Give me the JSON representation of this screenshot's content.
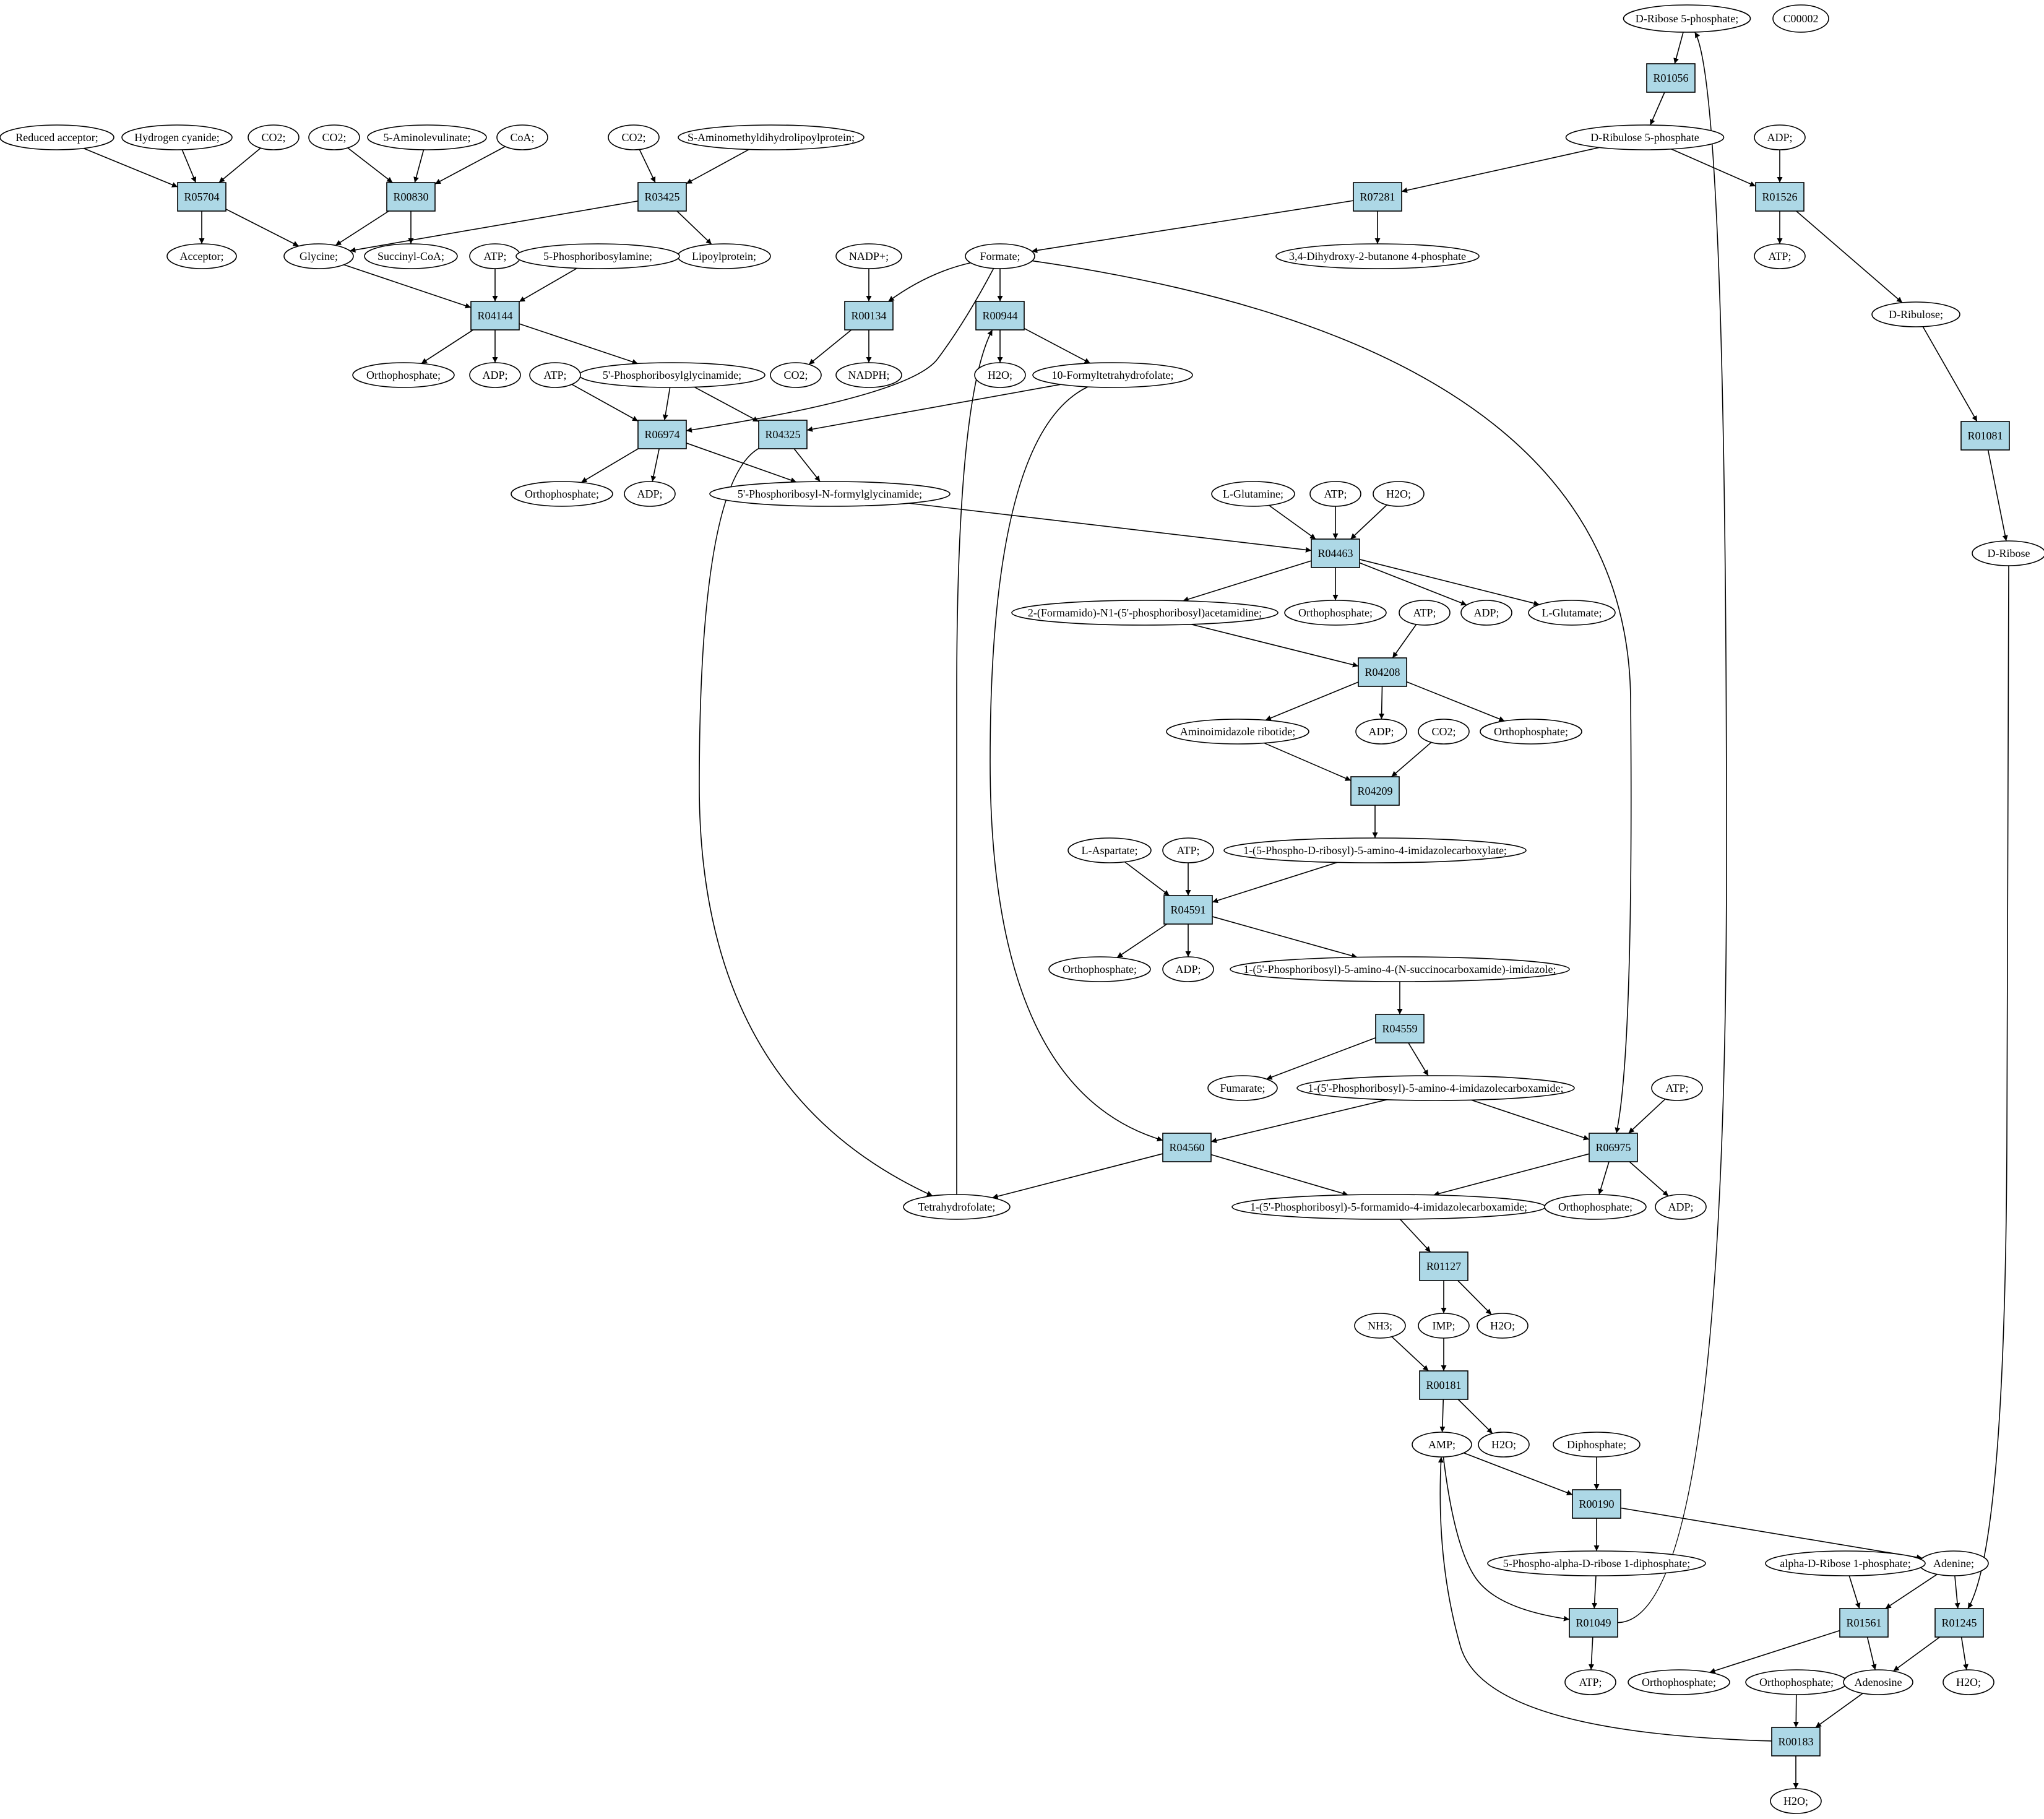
{
  "graph": {
    "type": "metabolic-pathway",
    "colors": {
      "reaction": "#add8e6",
      "compound": "#ffffff",
      "start_compound": "#00ff00",
      "highlight": "#ffff00"
    },
    "nodes": [
      {
        "id": "C_rib5p",
        "label": "D-Ribose 5-phosphate;",
        "kind": "compound",
        "color": "#00ff00"
      },
      {
        "id": "C00002",
        "label": "C00002",
        "kind": "compound",
        "color": "#ffff00"
      },
      {
        "id": "R01056",
        "label": "R01056",
        "kind": "reaction"
      },
      {
        "id": "C_ribu5p",
        "label": "D-Ribulose 5-phosphate",
        "kind": "compound"
      },
      {
        "id": "C_adp_top",
        "label": "ADP;",
        "kind": "compound"
      },
      {
        "id": "R07281",
        "label": "R07281",
        "kind": "reaction"
      },
      {
        "id": "R01526",
        "label": "R01526",
        "kind": "reaction"
      },
      {
        "id": "C_formate",
        "label": "Formate;",
        "kind": "compound"
      },
      {
        "id": "C_dhbp",
        "label": "3,4-Dihydroxy-2-butanone 4-phosphate",
        "kind": "compound"
      },
      {
        "id": "C_atp_r01526",
        "label": "ATP;",
        "kind": "compound"
      },
      {
        "id": "C_ribulose",
        "label": "D-Ribulose;",
        "kind": "compound"
      },
      {
        "id": "R01081",
        "label": "R01081",
        "kind": "reaction"
      },
      {
        "id": "C_ribose",
        "label": "D-Ribose",
        "kind": "compound"
      },
      {
        "id": "C_redacc",
        "label": "Reduced acceptor;",
        "kind": "compound"
      },
      {
        "id": "C_hcn",
        "label": "Hydrogen cyanide;",
        "kind": "compound"
      },
      {
        "id": "C_co2_1",
        "label": "CO2;",
        "kind": "compound"
      },
      {
        "id": "C_co2_2",
        "label": "CO2;",
        "kind": "compound"
      },
      {
        "id": "C_ala",
        "label": "5-Aminolevulinate;",
        "kind": "compound"
      },
      {
        "id": "C_coa",
        "label": "CoA;",
        "kind": "compound"
      },
      {
        "id": "C_co2_3",
        "label": "CO2;",
        "kind": "compound"
      },
      {
        "id": "C_samdl",
        "label": "S-Aminomethyldihydrolipoylprotein;",
        "kind": "compound"
      },
      {
        "id": "R05704",
        "label": "R05704",
        "kind": "reaction"
      },
      {
        "id": "R00830",
        "label": "R00830",
        "kind": "reaction"
      },
      {
        "id": "R03425",
        "label": "R03425",
        "kind": "reaction"
      },
      {
        "id": "C_acceptor",
        "label": "Acceptor;",
        "kind": "compound"
      },
      {
        "id": "C_glycine",
        "label": "Glycine;",
        "kind": "compound"
      },
      {
        "id": "C_succoa",
        "label": "Succinyl-CoA;",
        "kind": "compound"
      },
      {
        "id": "C_lipo",
        "label": "Lipoylprotein;",
        "kind": "compound"
      },
      {
        "id": "C_atp_r04144",
        "label": "ATP;",
        "kind": "compound"
      },
      {
        "id": "C_prpa",
        "label": "5-Phosphoribosylamine;",
        "kind": "compound"
      },
      {
        "id": "R04144",
        "label": "R04144",
        "kind": "reaction"
      },
      {
        "id": "C_pi_r04144",
        "label": "Orthophosphate;",
        "kind": "compound"
      },
      {
        "id": "C_adp_r04144",
        "label": "ADP;",
        "kind": "compound"
      },
      {
        "id": "C_gar",
        "label": "5'-Phosphoribosylglycinamide;",
        "kind": "compound"
      },
      {
        "id": "C_nadp",
        "label": "NADP+;",
        "kind": "compound"
      },
      {
        "id": "R00134",
        "label": "R00134",
        "kind": "reaction"
      },
      {
        "id": "R00944",
        "label": "R00944",
        "kind": "reaction"
      },
      {
        "id": "C_co2_r00134",
        "label": "CO2;",
        "kind": "compound"
      },
      {
        "id": "C_nadph",
        "label": "NADPH;",
        "kind": "compound"
      },
      {
        "id": "C_h2o_r00944",
        "label": "H2O;",
        "kind": "compound"
      },
      {
        "id": "C_10fthf",
        "label": "10-Formyltetrahydrofolate;",
        "kind": "compound"
      },
      {
        "id": "C_atp_r06974",
        "label": "ATP;",
        "kind": "compound"
      },
      {
        "id": "R06974",
        "label": "R06974",
        "kind": "reaction"
      },
      {
        "id": "R04325",
        "label": "R04325",
        "kind": "reaction"
      },
      {
        "id": "C_pi_r06974",
        "label": "Orthophosphate;",
        "kind": "compound"
      },
      {
        "id": "C_adp_r06974",
        "label": "ADP;",
        "kind": "compound"
      },
      {
        "id": "C_fgar",
        "label": "5'-Phosphoribosyl-N-formylglycinamide;",
        "kind": "compound"
      },
      {
        "id": "C_gln",
        "label": "L-Glutamine;",
        "kind": "compound"
      },
      {
        "id": "C_atp_r04463",
        "label": "ATP;",
        "kind": "compound"
      },
      {
        "id": "C_h2o_r04463",
        "label": "H2O;",
        "kind": "compound"
      },
      {
        "id": "R04463",
        "label": "R04463",
        "kind": "reaction"
      },
      {
        "id": "C_fgam",
        "label": "2-(Formamido)-N1-(5'-phosphoribosyl)acetamidine;",
        "kind": "compound"
      },
      {
        "id": "C_pi_r04463",
        "label": "Orthophosphate;",
        "kind": "compound"
      },
      {
        "id": "C_adp_r04463",
        "label": "ADP;",
        "kind": "compound"
      },
      {
        "id": "C_glu",
        "label": "L-Glutamate;",
        "kind": "compound"
      },
      {
        "id": "C_atp_r04208",
        "label": "ATP;",
        "kind": "compound"
      },
      {
        "id": "R04208",
        "label": "R04208",
        "kind": "reaction"
      },
      {
        "id": "C_air",
        "label": "Aminoimidazole ribotide;",
        "kind": "compound"
      },
      {
        "id": "C_adp_r04208",
        "label": "ADP;",
        "kind": "compound"
      },
      {
        "id": "C_co2_r04209",
        "label": "CO2;",
        "kind": "compound"
      },
      {
        "id": "C_pi_r04208",
        "label": "Orthophosphate;",
        "kind": "compound"
      },
      {
        "id": "R04209",
        "label": "R04209",
        "kind": "reaction"
      },
      {
        "id": "C_cair",
        "label": "1-(5-Phospho-D-ribosyl)-5-amino-4-imidazolecarboxylate;",
        "kind": "compound"
      },
      {
        "id": "C_asp",
        "label": "L-Aspartate;",
        "kind": "compound"
      },
      {
        "id": "C_atp_r04591",
        "label": "ATP;",
        "kind": "compound"
      },
      {
        "id": "R04591",
        "label": "R04591",
        "kind": "reaction"
      },
      {
        "id": "C_pi_r04591",
        "label": "Orthophosphate;",
        "kind": "compound"
      },
      {
        "id": "C_adp_r04591",
        "label": "ADP;",
        "kind": "compound"
      },
      {
        "id": "C_saicar",
        "label": "1-(5'-Phosphoribosyl)-5-amino-4-(N-succinocarboxamide)-imidazole;",
        "kind": "compound"
      },
      {
        "id": "R04559",
        "label": "R04559",
        "kind": "reaction"
      },
      {
        "id": "C_fum",
        "label": "Fumarate;",
        "kind": "compound"
      },
      {
        "id": "C_aicar",
        "label": "1-(5'-Phosphoribosyl)-5-amino-4-imidazolecarboxamide;",
        "kind": "compound"
      },
      {
        "id": "C_atp_r06975",
        "label": "ATP;",
        "kind": "compound"
      },
      {
        "id": "R04560",
        "label": "R04560",
        "kind": "reaction"
      },
      {
        "id": "R06975",
        "label": "R06975",
        "kind": "reaction"
      },
      {
        "id": "C_thf",
        "label": "Tetrahydrofolate;",
        "kind": "compound"
      },
      {
        "id": "C_faicar",
        "label": "1-(5'-Phosphoribosyl)-5-formamido-4-imidazolecarboxamide;",
        "kind": "compound"
      },
      {
        "id": "C_pi_r06975",
        "label": "Orthophosphate;",
        "kind": "compound"
      },
      {
        "id": "C_adp_r06975",
        "label": "ADP;",
        "kind": "compound"
      },
      {
        "id": "R01127",
        "label": "R01127",
        "kind": "reaction"
      },
      {
        "id": "C_nh3",
        "label": "NH3;",
        "kind": "compound"
      },
      {
        "id": "C_imp",
        "label": "IMP;",
        "kind": "compound"
      },
      {
        "id": "C_h2o_r01127",
        "label": "H2O;",
        "kind": "compound"
      },
      {
        "id": "R00181",
        "label": "R00181",
        "kind": "reaction"
      },
      {
        "id": "C_amp",
        "label": "AMP;",
        "kind": "compound"
      },
      {
        "id": "C_h2o_r00181",
        "label": "H2O;",
        "kind": "compound"
      },
      {
        "id": "C_ppi",
        "label": "Diphosphate;",
        "kind": "compound"
      },
      {
        "id": "R00190",
        "label": "R00190",
        "kind": "reaction"
      },
      {
        "id": "C_prpp",
        "label": "5-Phospho-alpha-D-ribose 1-diphosphate;",
        "kind": "compound"
      },
      {
        "id": "C_adenine",
        "label": "Adenine;",
        "kind": "compound"
      },
      {
        "id": "C_r1p",
        "label": "alpha-D-Ribose 1-phosphate;",
        "kind": "compound"
      },
      {
        "id": "R01049",
        "label": "R01049",
        "kind": "reaction"
      },
      {
        "id": "R01561",
        "label": "R01561",
        "kind": "reaction"
      },
      {
        "id": "R01245",
        "label": "R01245",
        "kind": "reaction"
      },
      {
        "id": "C_atp_r01049",
        "label": "ATP;",
        "kind": "compound"
      },
      {
        "id": "C_pi_r01561",
        "label": "Orthophosphate;",
        "kind": "compound"
      },
      {
        "id": "C_pi_r00183",
        "label": "Orthophosphate;",
        "kind": "compound"
      },
      {
        "id": "C_adenosine",
        "label": "Adenosine",
        "kind": "compound"
      },
      {
        "id": "C_h2o_r01245",
        "label": "H2O;",
        "kind": "compound"
      },
      {
        "id": "R00183",
        "label": "R00183",
        "kind": "reaction"
      },
      {
        "id": "C_h2o_r00183",
        "label": "H2O;",
        "kind": "compound"
      }
    ],
    "edges": [
      [
        "C_rib5p",
        "R01056"
      ],
      [
        "R01056",
        "C_ribu5p"
      ],
      [
        "C_ribu5p",
        "R07281"
      ],
      [
        "C_ribu5p",
        "R01526"
      ],
      [
        "C_adp_top",
        "R01526"
      ],
      [
        "R07281",
        "C_formate"
      ],
      [
        "R07281",
        "C_dhbp"
      ],
      [
        "R01526",
        "C_atp_r01526"
      ],
      [
        "R01526",
        "C_ribulose"
      ],
      [
        "C_ribulose",
        "R01081"
      ],
      [
        "R01081",
        "C_ribose"
      ],
      [
        "C_ribose",
        "R01245"
      ],
      [
        "C_redacc",
        "R05704"
      ],
      [
        "C_hcn",
        "R05704"
      ],
      [
        "C_co2_1",
        "R05704"
      ],
      [
        "R05704",
        "C_acceptor"
      ],
      [
        "R05704",
        "C_glycine"
      ],
      [
        "C_co2_2",
        "R00830"
      ],
      [
        "C_ala",
        "R00830"
      ],
      [
        "C_coa",
        "R00830"
      ],
      [
        "R00830",
        "C_glycine"
      ],
      [
        "R00830",
        "C_succoa"
      ],
      [
        "C_co2_3",
        "R03425"
      ],
      [
        "C_samdl",
        "R03425"
      ],
      [
        "R03425",
        "C_glycine"
      ],
      [
        "R03425",
        "C_lipo"
      ],
      [
        "C_glycine",
        "R04144"
      ],
      [
        "C_atp_r04144",
        "R04144"
      ],
      [
        "C_prpa",
        "R04144"
      ],
      [
        "R04144",
        "C_pi_r04144"
      ],
      [
        "R04144",
        "C_adp_r04144"
      ],
      [
        "R04144",
        "C_gar"
      ],
      [
        "C_formate",
        "R00134"
      ],
      [
        "C_nadp",
        "R00134"
      ],
      [
        "R00134",
        "C_co2_r00134"
      ],
      [
        "R00134",
        "C_nadph"
      ],
      [
        "C_formate",
        "R00944"
      ],
      [
        "R00944",
        "C_h2o_r00944"
      ],
      [
        "R00944",
        "C_10fthf"
      ],
      [
        "C_formate",
        "R06974"
      ],
      [
        "C_formate",
        "R06975"
      ],
      [
        "C_gar",
        "R06974"
      ],
      [
        "C_atp_r06974",
        "R06974"
      ],
      [
        "R06974",
        "C_pi_r06974"
      ],
      [
        "R06974",
        "C_adp_r06974"
      ],
      [
        "R06974",
        "C_fgar"
      ],
      [
        "C_gar",
        "R04325"
      ],
      [
        "C_10fthf",
        "R04325"
      ],
      [
        "R04325",
        "C_fgar"
      ],
      [
        "R04325",
        "C_thf"
      ],
      [
        "C_thf",
        "R00944"
      ],
      [
        "C_fgar",
        "R04463"
      ],
      [
        "C_gln",
        "R04463"
      ],
      [
        "C_atp_r04463",
        "R04463"
      ],
      [
        "C_h2o_r04463",
        "R04463"
      ],
      [
        "R04463",
        "C_fgam"
      ],
      [
        "R04463",
        "C_pi_r04463"
      ],
      [
        "R04463",
        "C_adp_r04463"
      ],
      [
        "R04463",
        "C_glu"
      ],
      [
        "C_fgam",
        "R04208"
      ],
      [
        "C_atp_r04208",
        "R04208"
      ],
      [
        "R04208",
        "C_air"
      ],
      [
        "R04208",
        "C_adp_r04208"
      ],
      [
        "R04208",
        "C_pi_r04208"
      ],
      [
        "C_air",
        "R04209"
      ],
      [
        "C_co2_r04209",
        "R04209"
      ],
      [
        "R04209",
        "C_cair"
      ],
      [
        "C_cair",
        "R04591"
      ],
      [
        "C_asp",
        "R04591"
      ],
      [
        "C_atp_r04591",
        "R04591"
      ],
      [
        "R04591",
        "C_pi_r04591"
      ],
      [
        "R04591",
        "C_adp_r04591"
      ],
      [
        "R04591",
        "C_saicar"
      ],
      [
        "C_saicar",
        "R04559"
      ],
      [
        "R04559",
        "C_fum"
      ],
      [
        "R04559",
        "C_aicar"
      ],
      [
        "C_aicar",
        "R04560"
      ],
      [
        "C_10fthf",
        "R04560"
      ],
      [
        "R04560",
        "C_thf"
      ],
      [
        "R04560",
        "C_faicar"
      ],
      [
        "C_aicar",
        "R06975"
      ],
      [
        "C_atp_r06975",
        "R06975"
      ],
      [
        "R06975",
        "C_faicar"
      ],
      [
        "R06975",
        "C_pi_r06975"
      ],
      [
        "R06975",
        "C_adp_r06975"
      ],
      [
        "C_faicar",
        "R01127"
      ],
      [
        "R01127",
        "C_imp"
      ],
      [
        "R01127",
        "C_h2o_r01127"
      ],
      [
        "C_nh3",
        "R00181"
      ],
      [
        "C_imp",
        "R00181"
      ],
      [
        "R00181",
        "C_amp"
      ],
      [
        "R00181",
        "C_h2o_r00181"
      ],
      [
        "C_amp",
        "R00190"
      ],
      [
        "C_ppi",
        "R00190"
      ],
      [
        "R00190",
        "C_prpp"
      ],
      [
        "R00190",
        "C_adenine"
      ],
      [
        "C_amp",
        "R01049"
      ],
      [
        "C_prpp",
        "R01049"
      ],
      [
        "R01049",
        "C_atp_r01049"
      ],
      [
        "R01049",
        "C_rib5p"
      ],
      [
        "C_r1p",
        "R01561"
      ],
      [
        "C_adenine",
        "R01561"
      ],
      [
        "R01561",
        "C_pi_r01561"
      ],
      [
        "R01561",
        "C_adenosine"
      ],
      [
        "C_adenine",
        "R01245"
      ],
      [
        "R01245",
        "C_adenosine"
      ],
      [
        "R01245",
        "C_h2o_r01245"
      ],
      [
        "C_adenosine",
        "R00183"
      ],
      [
        "C_pi_r00183",
        "R00183"
      ],
      [
        "R00183",
        "C_h2o_r00183"
      ],
      [
        "R00183",
        "C_amp"
      ]
    ]
  }
}
